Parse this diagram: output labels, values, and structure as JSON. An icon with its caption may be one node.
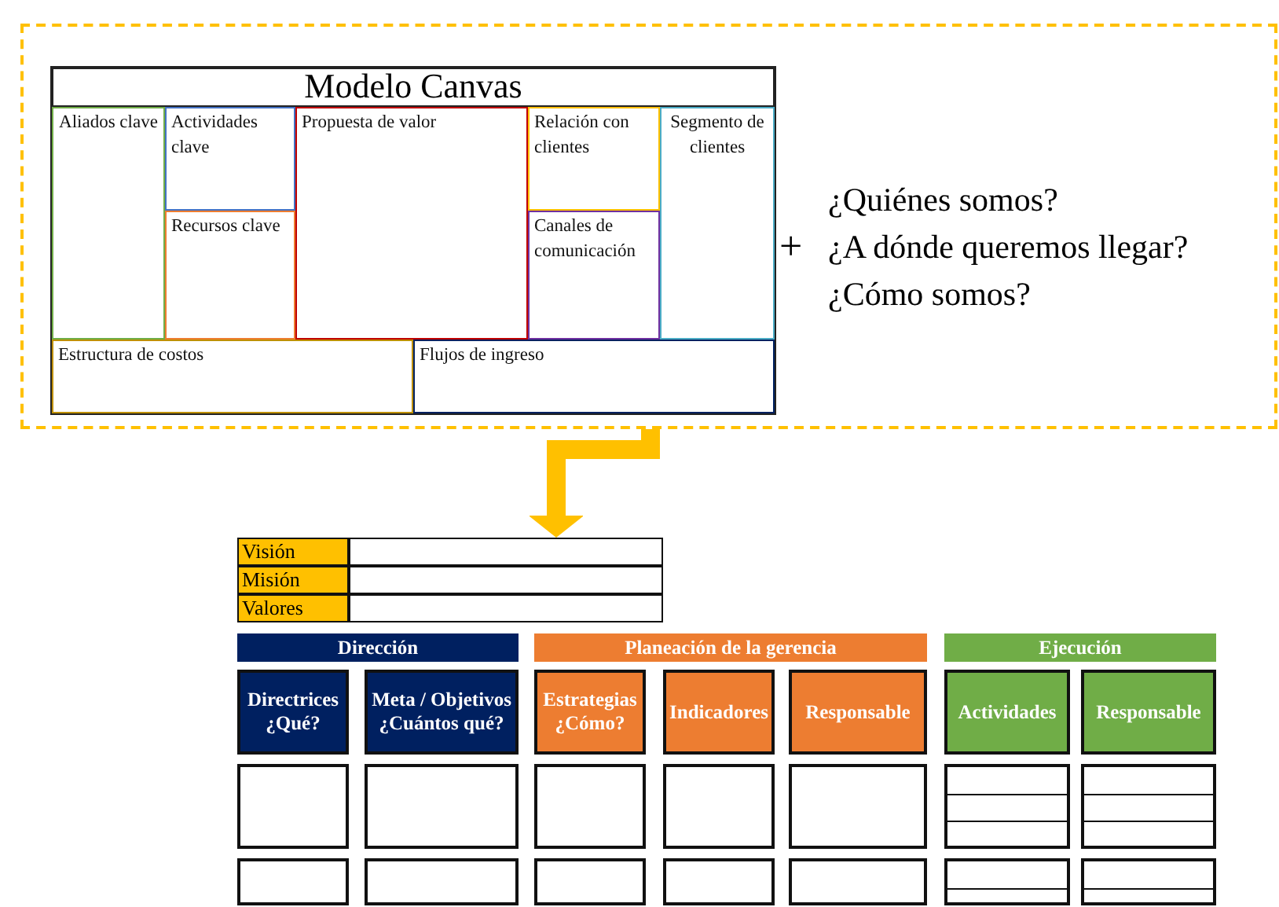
{
  "diagram": {
    "nodes": [
      {
        "text": [],
        "shape": "box"
      },
      {
        "text": [
          "Modelo Canvas"
        ],
        "in": 0
      },
      {
        "text": [
          "Aliados clave"
        ],
        "in": 1
      },
      {
        "text": [
          "Actividades clave"
        ],
        "in": 1
      },
      {
        "text": [
          "Recursos clave"
        ],
        "in": 1
      },
      {
        "text": [
          "Propuesta de valor"
        ],
        "in": 1
      },
      {
        "text": [
          "Relación con clientes"
        ],
        "in": 1
      },
      {
        "text": [
          "Canales de comunicación"
        ],
        "in": 1
      },
      {
        "text": [
          "Segmento de clientes"
        ],
        "in": 1
      },
      {
        "text": [
          "Estructura de costos"
        ],
        "in": 1
      },
      {
        "text": [
          "Flujos de ingreso"
        ],
        "in": 1
      },
      {
        "text": [
          "Visión"
        ]
      },
      {
        "text": [],
        "shape": "box"
      },
      {
        "text": [
          "Misión"
        ]
      },
      {
        "text": [],
        "shape": "box"
      },
      {
        "text": [
          "Valores"
        ]
      },
      {
        "text": [],
        "shape": "box"
      },
      {
        "text": [
          "Dirección"
        ]
      },
      {
        "text": [
          "Planeación de la gerencia"
        ]
      },
      {
        "text": [
          "Ejecución"
        ]
      },
      {
        "text": [
          "Directrices ¿Qué?"
        ]
      },
      {
        "text": [
          "Meta / Objetivos ¿Cuántos qué?"
        ]
      },
      {
        "text": [
          "Estrategias ¿Cómo?"
        ]
      },
      {
        "text": [
          "Indicadores"
        ]
      },
      {
        "text": [
          "Responsable"
        ]
      },
      {
        "text": [
          "Actividades"
        ]
      },
      {
        "text": [
          "Responsable"
        ]
      },
      {
        "text": [],
        "shape": "box"
      },
      {
        "text": [],
        "shape": "box"
      },
      {
        "text": [],
        "shape": "box"
      },
      {
        "text": [],
        "shape": "box"
      },
      {
        "text": [],
        "shape": "box"
      },
      {
        "text": [],
        "shape": "box"
      },
      {
        "text": [],
        "shape": "box"
      },
      {
        "text": [],
        "shape": "box"
      },
      {
        "text": [],
        "shape": "box"
      },
      {
        "text": [],
        "shape": "box"
      },
      {
        "text": [],
        "shape": "box"
      },
      {
        "text": [],
        "shape": "box"
      },
      {
        "text": [],
        "shape": "box"
      },
      {
        "text": [],
        "shape": "box"
      }
    ],
    "edges": [
      {
        "from": 0,
        "to": 12,
        "arrow": "to",
        "color": "#ffc000"
      }
    ],
    "labels": [
      "+",
      "¿Quiénes somos?",
      "¿A dónde queremos llegar?",
      "¿Cómo somos?"
    ]
  }
}
